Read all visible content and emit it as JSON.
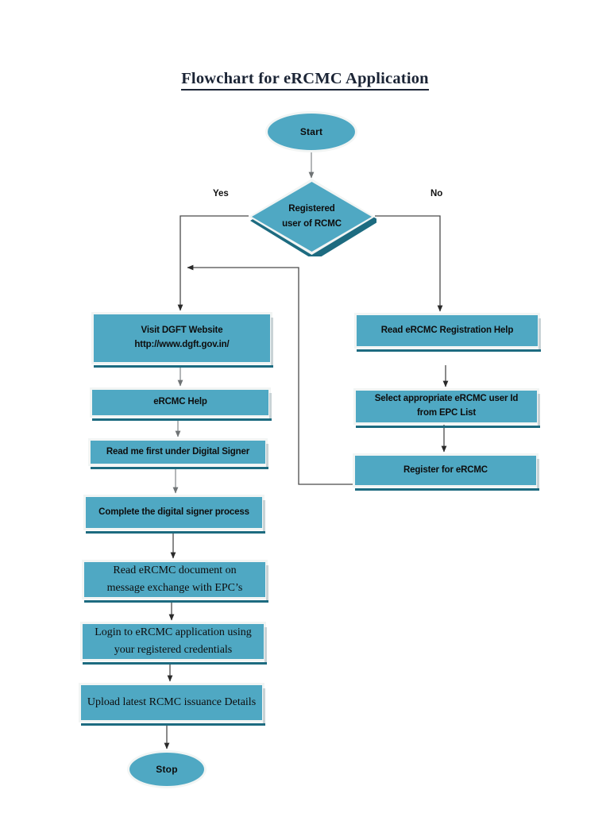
{
  "document": {
    "title": "Flowchart for eRCMC Application"
  },
  "palette": {
    "node_fill": "#4fa8c3",
    "node_border": "#f2f5f4",
    "node_shadow": "#1d6b80",
    "text": "#0d0d0d",
    "title_text": "#1b2435",
    "connector": "#3f3f3f",
    "page_bg": "#ffffff"
  },
  "flowchart": {
    "type": "flowchart",
    "start": {
      "label": "Start",
      "shape": "terminator"
    },
    "decision": {
      "line1": "Registered",
      "line2": "user of RCMC",
      "shape": "decision",
      "yes_label": "Yes",
      "no_label": "No"
    },
    "yes_branch": [
      {
        "shape": "process",
        "line1": "Visit DGFT Website",
        "line2": "http://www.dgft.gov.in/"
      },
      {
        "shape": "process",
        "line1": "eRCMC Help"
      },
      {
        "shape": "process",
        "line1": "Read me first under Digital Signer"
      },
      {
        "shape": "process",
        "line1": "Complete the digital signer process"
      },
      {
        "shape": "process",
        "line1": "Read eRCMC document on",
        "line2": "message exchange with EPC’s"
      },
      {
        "shape": "process",
        "line1": "Login to eRCMC application using",
        "line2": "your registered credentials"
      },
      {
        "shape": "process",
        "line1": "Upload  latest RCMC issuance Details"
      }
    ],
    "no_branch": [
      {
        "shape": "process",
        "line1": "Read eRCMC Registration Help"
      },
      {
        "shape": "process",
        "line1": "Select appropriate eRCMC user Id",
        "line2": "from EPC List"
      },
      {
        "shape": "process",
        "line1": "Register for eRCMC"
      }
    ],
    "stop": {
      "label": "Stop",
      "shape": "terminator"
    }
  }
}
